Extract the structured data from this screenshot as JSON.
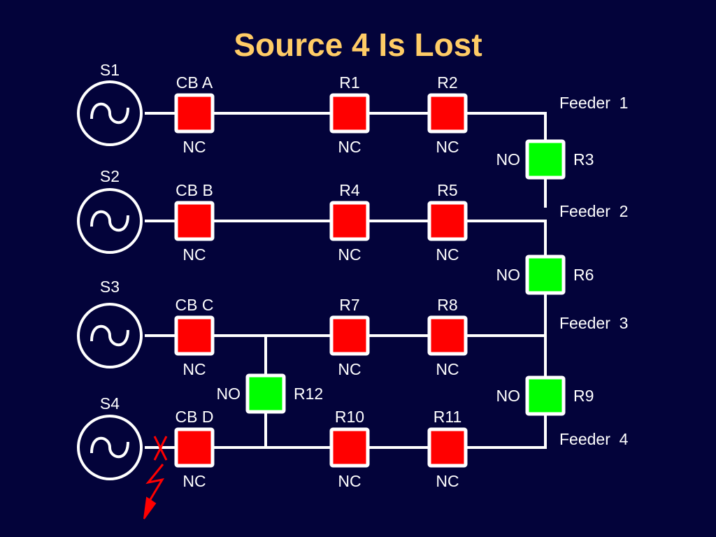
{
  "title": "Source 4 Is Lost",
  "colors": {
    "background": "#03033a",
    "title": "#ffcc66",
    "closed_switch": "#ff0000",
    "open_switch": "#00ff00",
    "line": "#ffffff",
    "fault": "#ff0000"
  },
  "sources": [
    {
      "id": "S1",
      "label": "S1",
      "symbol": "ac-sine"
    },
    {
      "id": "S2",
      "label": "S2",
      "symbol": "ac-sine"
    },
    {
      "id": "S3",
      "label": "S3",
      "symbol": "ac-sine"
    },
    {
      "id": "S4",
      "label": "S4",
      "symbol": "ac-sine",
      "lost": true
    }
  ],
  "feeders": [
    {
      "label": "Feeder  1",
      "breaker": {
        "name": "CB A",
        "state": "NC"
      },
      "reclosers": [
        {
          "name": "R1",
          "state": "NC"
        },
        {
          "name": "R2",
          "state": "NC"
        }
      ]
    },
    {
      "label": "Feeder  2",
      "breaker": {
        "name": "CB B",
        "state": "NC"
      },
      "reclosers": [
        {
          "name": "R4",
          "state": "NC"
        },
        {
          "name": "R5",
          "state": "NC"
        }
      ]
    },
    {
      "label": "Feeder  3",
      "breaker": {
        "name": "CB C",
        "state": "NC"
      },
      "reclosers": [
        {
          "name": "R7",
          "state": "NC"
        },
        {
          "name": "R8",
          "state": "NC"
        }
      ]
    },
    {
      "label": "Feeder  4",
      "breaker": {
        "name": "CB D",
        "state": "NC"
      },
      "reclosers": [
        {
          "name": "R10",
          "state": "NC"
        },
        {
          "name": "R11",
          "state": "NC"
        }
      ]
    }
  ],
  "tie_switches": [
    {
      "name": "R3",
      "state": "NO",
      "connects": "Feeder 1 - Feeder 2"
    },
    {
      "name": "R6",
      "state": "NO",
      "connects": "Feeder 2 - Feeder 3"
    },
    {
      "name": "R9",
      "state": "NO",
      "connects": "Feeder 3 - Feeder 4"
    },
    {
      "name": "R12",
      "state": "NO",
      "connects": "Feeder 3 - Feeder 4 (mid)"
    }
  ],
  "fault": {
    "location": "between S4 and CB D",
    "symbol": "lightning-bolt"
  }
}
